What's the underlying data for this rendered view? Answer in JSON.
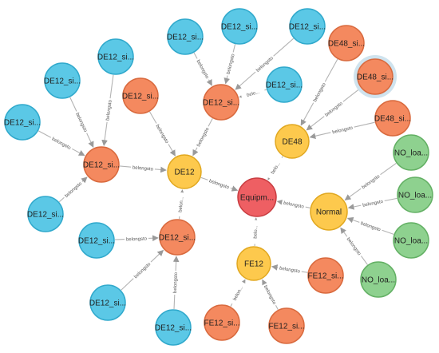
{
  "edge_label": "belongsto",
  "colors": {
    "blue": {
      "fill": "#5bc8e6",
      "stroke": "#30a9cc"
    },
    "orange": {
      "fill": "#f4895f",
      "stroke": "#d96a3e"
    },
    "yellow": {
      "fill": "#fdc94d",
      "stroke": "#e1a820"
    },
    "red": {
      "fill": "#ee5f63",
      "stroke": "#c83c40"
    },
    "green": {
      "fill": "#8ed18f",
      "stroke": "#63b064"
    },
    "halo": "#cfe3ee"
  },
  "nodes": [
    {
      "id": "equip",
      "label": "Equipm...",
      "color": "red"
    },
    {
      "id": "de12",
      "label": "DE12",
      "color": "yellow"
    },
    {
      "id": "de48",
      "label": "DE48",
      "color": "yellow"
    },
    {
      "id": "normal",
      "label": "Normal",
      "color": "yellow"
    },
    {
      "id": "fe12",
      "label": "FE12",
      "color": "yellow"
    },
    {
      "id": "o_de12_left",
      "label": "DE12_si...",
      "color": "orange"
    },
    {
      "id": "o_de12_top",
      "label": "DE12_si...",
      "color": "orange"
    },
    {
      "id": "o_de12_mid",
      "label": "DE12_si...",
      "color": "orange"
    },
    {
      "id": "o_de12_bot",
      "label": "DE12_si...",
      "color": "orange"
    },
    {
      "id": "o_de48_1",
      "label": "DE48_si...",
      "color": "orange"
    },
    {
      "id": "o_de48_2",
      "label": "DE48_si...",
      "color": "orange",
      "selected": true
    },
    {
      "id": "o_de48_3",
      "label": "DE48_si...",
      "color": "orange"
    },
    {
      "id": "o_fe12_1",
      "label": "FE12_si...",
      "color": "orange"
    },
    {
      "id": "o_fe12_2",
      "label": "FE12_si...",
      "color": "orange"
    },
    {
      "id": "o_fe12_3",
      "label": "FE12_si...",
      "color": "orange"
    },
    {
      "id": "b1",
      "label": "DE12_si...",
      "color": "blue"
    },
    {
      "id": "b2",
      "label": "DE12_si...",
      "color": "blue"
    },
    {
      "id": "b3",
      "label": "DE12_si...",
      "color": "blue"
    },
    {
      "id": "b4",
      "label": "DE12_si...",
      "color": "blue"
    },
    {
      "id": "b5",
      "label": "DE12_si...",
      "color": "blue"
    },
    {
      "id": "b6",
      "label": "DE12_si...",
      "color": "blue"
    },
    {
      "id": "b7",
      "label": "DE12_si...",
      "color": "blue"
    },
    {
      "id": "b8",
      "label": "DE12_si...",
      "color": "blue"
    },
    {
      "id": "b9",
      "label": "DE12_si...",
      "color": "blue"
    },
    {
      "id": "b10",
      "label": "DE12_si...",
      "color": "blue"
    },
    {
      "id": "b11",
      "label": "DE12_si...",
      "color": "blue"
    },
    {
      "id": "g1",
      "label": "NO_loa...",
      "color": "green"
    },
    {
      "id": "g2",
      "label": "NO_loa...",
      "color": "green"
    },
    {
      "id": "g3",
      "label": "NO_loa...",
      "color": "green"
    },
    {
      "id": "g4",
      "label": "NO_loa...",
      "color": "green"
    }
  ],
  "edges": [
    {
      "from": "de12",
      "to": "equip",
      "label": "belongsto"
    },
    {
      "from": "de48",
      "to": "equip",
      "label": "belo..."
    },
    {
      "from": "normal",
      "to": "equip",
      "label": "belongsto"
    },
    {
      "from": "fe12",
      "to": "equip",
      "label": "belo..."
    },
    {
      "from": "o_de12_left",
      "to": "de12",
      "label": "belongsto"
    },
    {
      "from": "o_de12_top",
      "to": "de12",
      "label": "belongsto"
    },
    {
      "from": "o_de12_mid",
      "to": "de12",
      "label": "belongsto"
    },
    {
      "from": "o_de12_bot",
      "to": "de12",
      "label": "belon..."
    },
    {
      "from": "b1",
      "to": "o_de12_left",
      "label": "belongsto"
    },
    {
      "from": "b2",
      "to": "o_de12_left",
      "label": "belongsto"
    },
    {
      "from": "b3",
      "to": "o_de12_left",
      "label": "belongsto"
    },
    {
      "from": "b4",
      "to": "o_de12_left",
      "label": "belongsto"
    },
    {
      "from": "b5",
      "to": "o_de12_mid",
      "label": "belongsto"
    },
    {
      "from": "b6",
      "to": "o_de12_mid",
      "label": "belongsto"
    },
    {
      "from": "b7",
      "to": "o_de12_mid",
      "label": "belongsto"
    },
    {
      "from": "b8",
      "to": "o_de12_mid",
      "label": "belo..."
    },
    {
      "from": "b9",
      "to": "o_de12_bot",
      "label": "belongsto"
    },
    {
      "from": "b10",
      "to": "o_de12_bot",
      "label": "belongsto"
    },
    {
      "from": "b11",
      "to": "o_de12_bot",
      "label": "belongsto"
    },
    {
      "from": "o_de48_1",
      "to": "de48",
      "label": "belongsto"
    },
    {
      "from": "o_de48_2",
      "to": "de48",
      "label": "belongsto"
    },
    {
      "from": "o_de48_3",
      "to": "de48",
      "label": "belongsto"
    },
    {
      "from": "g1",
      "to": "normal",
      "label": "belongsto"
    },
    {
      "from": "g2",
      "to": "normal",
      "label": "belongsto"
    },
    {
      "from": "g3",
      "to": "normal",
      "label": "belongsto"
    },
    {
      "from": "g4",
      "to": "normal",
      "label": "belongsto"
    },
    {
      "from": "o_fe12_1",
      "to": "fe12",
      "label": "belongsto"
    },
    {
      "from": "o_fe12_2",
      "to": "fe12",
      "label": "belon..."
    },
    {
      "from": "o_fe12_3",
      "to": "fe12",
      "label": "belongsto"
    }
  ]
}
